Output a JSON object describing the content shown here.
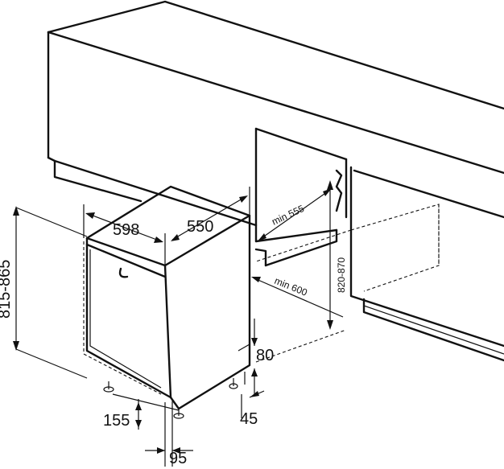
{
  "dimensions": {
    "width_598": "598",
    "depth_550": "550",
    "height_815_865": "815-865",
    "niche_min_555": "min 555",
    "niche_min_600": "min 600",
    "niche_820_870": "820-870",
    "gap_80": "80",
    "foot_45": "45",
    "plinth_155": "155",
    "recess_95": "95"
  }
}
